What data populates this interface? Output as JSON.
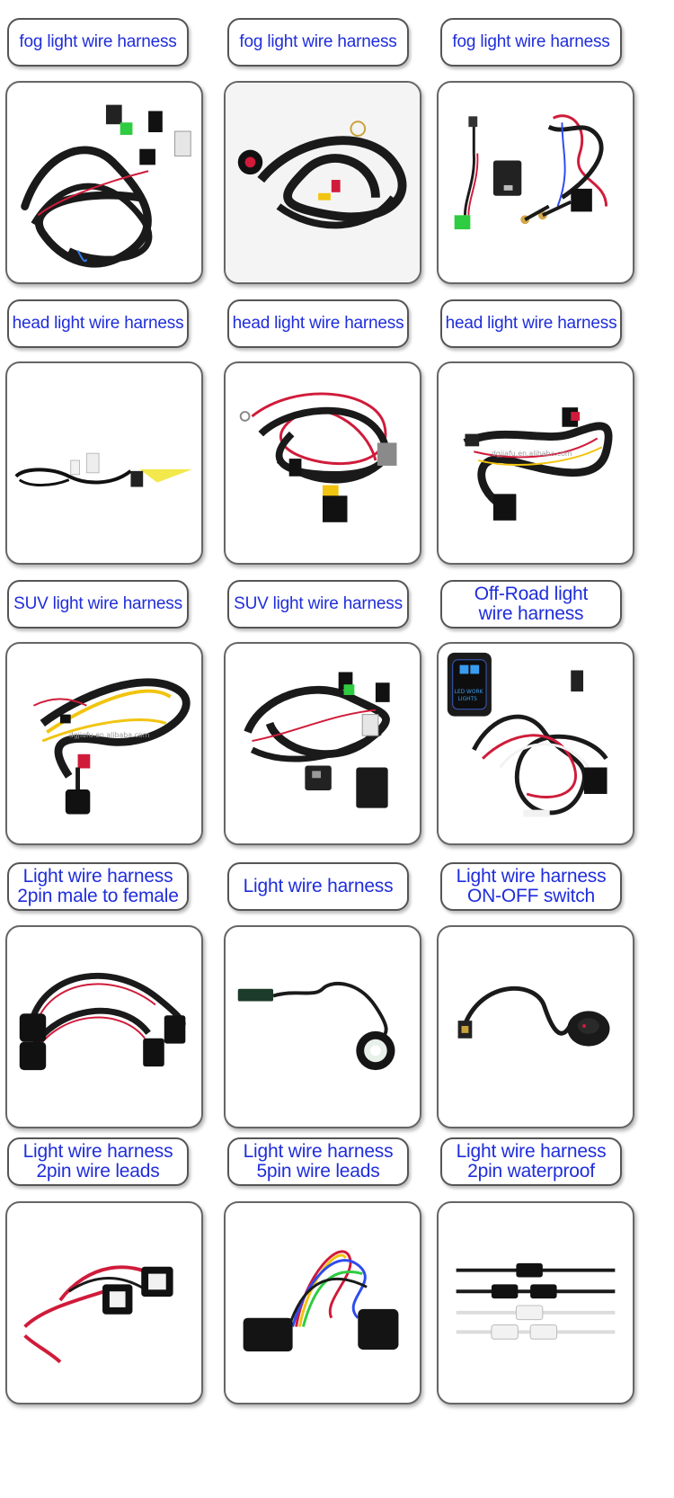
{
  "rows": [
    {
      "labels": [
        "fog light wire harness",
        "fog light wire harness",
        "fog light wire harness"
      ]
    },
    {
      "labels": [
        "head light wire harness",
        "head light wire harness",
        "head light wire harness"
      ]
    },
    {
      "labels": [
        "SUV light wire harness",
        "SUV light wire harness",
        "Off-Road light\nwire harness"
      ]
    },
    {
      "labels": [
        "Light wire harness\n2pin male to female",
        "Light wire harness",
        "Light wire harness\nON-OFF switch"
      ]
    },
    {
      "labels": [
        "Light wire harness\n2pin wire leads",
        "Light wire harness\n5pin wire leads",
        "Light wire harness\n2pin waterproof"
      ]
    }
  ],
  "watermarks": {
    "dgjiafu_1": "dgjiafu.en.alibaba.com",
    "dgjiafu_2": "dgjiafu.en.alibaba.com",
    "switch_text": "LED WORK\nLIGHTS"
  },
  "colors": {
    "label_text": "#1f2ddb",
    "border": "#555555",
    "wire_black": "#1a1a1a",
    "wire_red": "#d01b3a",
    "wire_yellow": "#f1c40f"
  },
  "icons": [
    "fog-harness-photo",
    "head-harness-photo",
    "suv-harness-photo",
    "connector-photo",
    "switch-photo"
  ]
}
